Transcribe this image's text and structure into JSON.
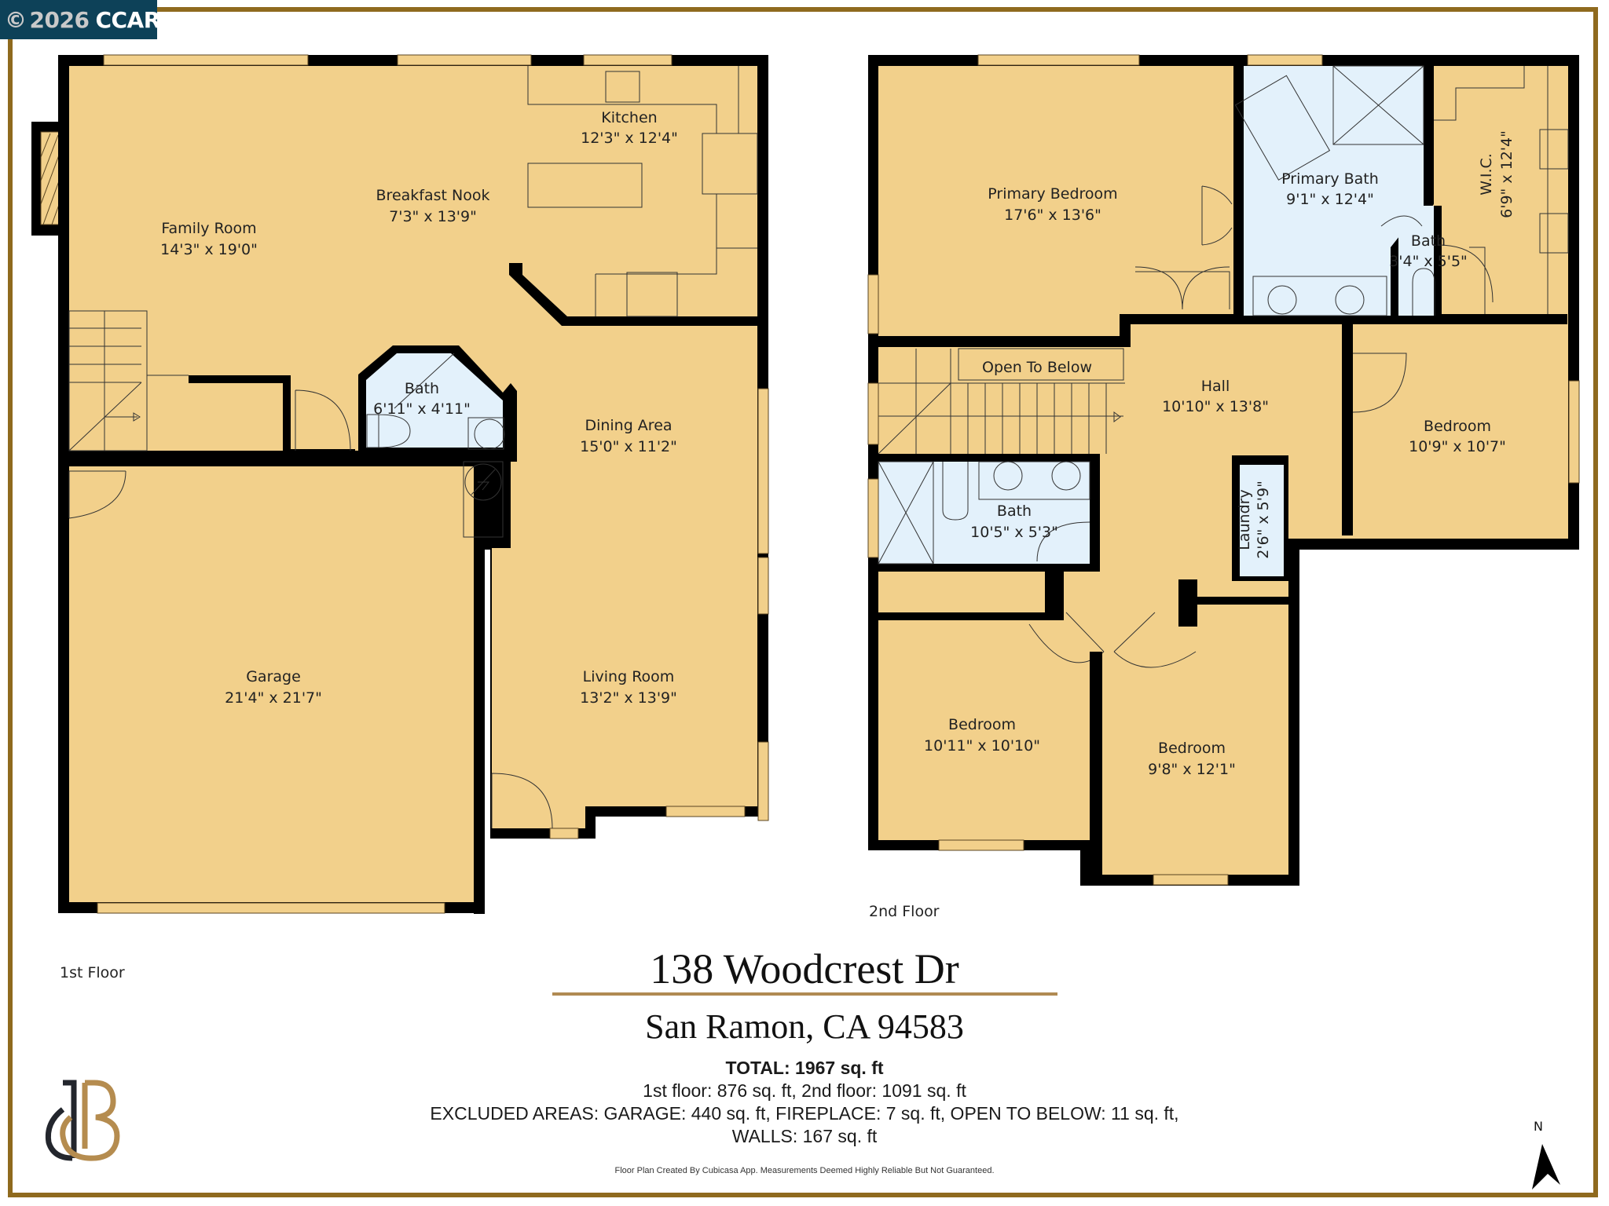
{
  "copyright": {
    "symbol": "©",
    "year": "2026",
    "org": "CCAR"
  },
  "colors": {
    "floor_fill": "#f2d08b",
    "bath_fill": "#e3f1fb",
    "wall": "#000000",
    "border_gold": "#8f6a1e",
    "rule_gold": "#b08a52",
    "badge_bg": "#0d4158"
  },
  "floors": [
    {
      "label": "1st Floor",
      "rooms": [
        {
          "name": "Family Room",
          "dims": "14'3\" x 19'0\""
        },
        {
          "name": "Breakfast Nook",
          "dims": "7'3\" x 13'9\""
        },
        {
          "name": "Kitchen",
          "dims": "12'3\" x 12'4\""
        },
        {
          "name": "Bath",
          "dims": "6'11\" x 4'11\""
        },
        {
          "name": "Dining Area",
          "dims": "15'0\" x 11'2\""
        },
        {
          "name": "Garage",
          "dims": "21'4\" x 21'7\""
        },
        {
          "name": "Living Room",
          "dims": "13'2\" x 13'9\""
        }
      ]
    },
    {
      "label": "2nd Floor",
      "rooms": [
        {
          "name": "Primary Bedroom",
          "dims": "17'6\" x 13'6\""
        },
        {
          "name": "Primary Bath",
          "dims": "9'1\" x 12'4\""
        },
        {
          "name": "W.I.C.",
          "dims": "6'9\" x 12'4\""
        },
        {
          "name": "Bath",
          "dims": "3'4\" x 5'5\""
        },
        {
          "name": "Open To Below",
          "dims": ""
        },
        {
          "name": "Hall",
          "dims": "10'10\" x 13'8\""
        },
        {
          "name": "Bedroom",
          "dims": "10'9\" x 10'7\""
        },
        {
          "name": "Bath",
          "dims": "10'5\" x 5'3\""
        },
        {
          "name": "Laundry",
          "dims": "2'6\" x 5'9\""
        },
        {
          "name": "Bedroom",
          "dims": "10'11\" x 10'10\""
        },
        {
          "name": "Bedroom",
          "dims": "9'8\" x 12'1\""
        }
      ]
    }
  ],
  "address": {
    "line1": "138 Woodcrest Dr",
    "line2": "San Ramon, CA 94583"
  },
  "totals": {
    "total": "TOTAL: 1967 sq. ft",
    "floors": "1st floor: 876 sq. ft, 2nd floor: 1091 sq. ft",
    "excluded": "EXCLUDED AREAS: GARAGE: 440 sq. ft, FIREPLACE: 7 sq. ft, OPEN TO BELOW: 11 sq. ft,",
    "walls": "WALLS: 167 sq. ft"
  },
  "disclaimer": "Floor Plan Created By Cubicasa App. Measurements Deemed Highly Reliable But Not Guaranteed.",
  "compass": {
    "label": "N"
  },
  "logo": {
    "monogram": "JB"
  }
}
